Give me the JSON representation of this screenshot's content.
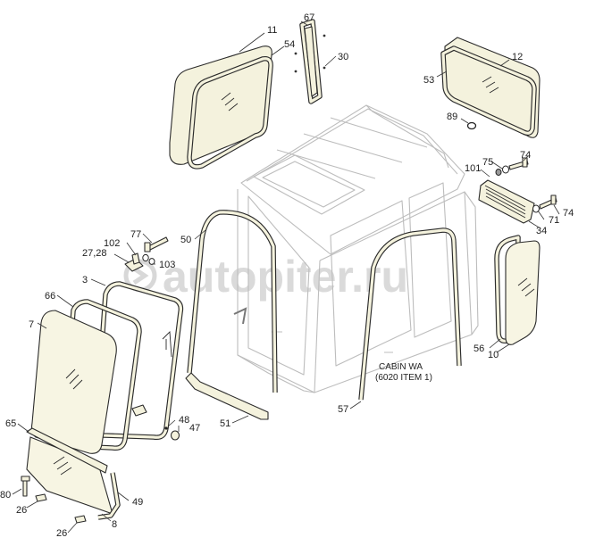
{
  "labels": [
    {
      "id": "p11",
      "text": "11"
    },
    {
      "id": "p67",
      "text": "67"
    },
    {
      "id": "p54",
      "text": "54"
    },
    {
      "id": "p30",
      "text": "30"
    },
    {
      "id": "p12",
      "text": "12"
    },
    {
      "id": "p53",
      "text": "53"
    },
    {
      "id": "p89",
      "text": "89"
    },
    {
      "id": "p74a",
      "text": "74"
    },
    {
      "id": "p75",
      "text": "75"
    },
    {
      "id": "p101",
      "text": "101"
    },
    {
      "id": "p71",
      "text": "71"
    },
    {
      "id": "p74b",
      "text": "74"
    },
    {
      "id": "p34",
      "text": "34"
    },
    {
      "id": "p77",
      "text": "77"
    },
    {
      "id": "p102",
      "text": "102"
    },
    {
      "id": "p2728",
      "text": "27,28"
    },
    {
      "id": "p103",
      "text": "103"
    },
    {
      "id": "p50",
      "text": "50"
    },
    {
      "id": "p3",
      "text": "3"
    },
    {
      "id": "p66",
      "text": "66"
    },
    {
      "id": "p7",
      "text": "7"
    },
    {
      "id": "p56",
      "text": "56"
    },
    {
      "id": "p10",
      "text": "10"
    },
    {
      "id": "p48",
      "text": "48"
    },
    {
      "id": "p47",
      "text": "47"
    },
    {
      "id": "p51",
      "text": "51"
    },
    {
      "id": "p57",
      "text": "57"
    },
    {
      "id": "p65",
      "text": "65"
    },
    {
      "id": "p80",
      "text": "80"
    },
    {
      "id": "p26a",
      "text": "26"
    },
    {
      "id": "p49",
      "text": "49"
    },
    {
      "id": "p8",
      "text": "8"
    },
    {
      "id": "p26b",
      "text": "26"
    }
  ],
  "cabin_caption": {
    "line1": "CABIN WA",
    "line2": "(6020 ITEM 1)"
  },
  "watermark": "autopiter.ru"
}
